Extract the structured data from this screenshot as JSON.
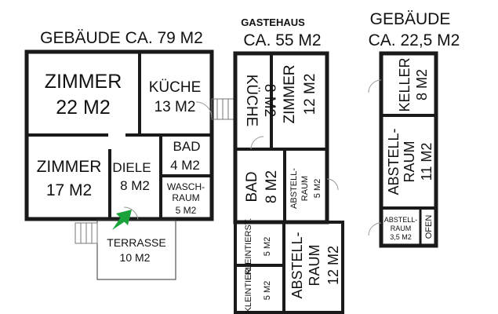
{
  "buildings": {
    "main": {
      "title": "GEBÄUDE CA. 79 M2",
      "rooms": {
        "zimmer_large": {
          "name": "ZIMMER",
          "area": "22 M2"
        },
        "kueche": {
          "name": "KÜCHE",
          "area": "13 M2"
        },
        "zimmer_small": {
          "name": "ZIMMER",
          "area": "17 M2"
        },
        "diele": {
          "name": "DIELE",
          "area": "8 M2"
        },
        "bad": {
          "name": "BAD",
          "area": "4 M2"
        },
        "waschraum": {
          "name1": "WASCH-",
          "name2": "RAUM",
          "area": "5 M2"
        },
        "terrasse": {
          "name": "TERRASSE",
          "area": "10 M2"
        }
      }
    },
    "guest": {
      "title_line1": "GASTEHAUS",
      "title_line2": "CA. 55 M2",
      "rooms": {
        "kueche": {
          "name": "KÜCHE",
          "area": "8 M2"
        },
        "zimmer": {
          "name": "ZIMMER",
          "area": "12 M2"
        },
        "bad": {
          "name": "BAD",
          "area": "8 M2"
        },
        "abstellraum_small": {
          "name1": "ABSTELL-",
          "name2": "RAUM",
          "area": "5 M2"
        },
        "kleinterst": {
          "name": "KLEINTIERST.",
          "area": "5 M2"
        },
        "kleintier": {
          "name": "KLEINTIER",
          "area": "5 M2"
        },
        "abstellraum_large": {
          "name1": "ABSTELL-",
          "name2": "RAUM",
          "area": "12 M2"
        }
      }
    },
    "third": {
      "title_line1": "GEBÄUDE",
      "title_line2": "CA. 22,5 M2",
      "rooms": {
        "keller": {
          "name": "KELLER",
          "area": "8 M2"
        },
        "abstellraum_large": {
          "name1": "ABSTELL-",
          "name2": "RAUM",
          "area": "11 M2"
        },
        "abstellraum_small": {
          "name1": "ABSTELL-",
          "name2": "RAUM",
          "area": "3,5 M2"
        },
        "ofen": {
          "name": "OFEN"
        }
      }
    }
  },
  "colors": {
    "walls": "#1a1a1a",
    "entry_arrow": "#1aa33a",
    "door_lines": "#999999"
  }
}
